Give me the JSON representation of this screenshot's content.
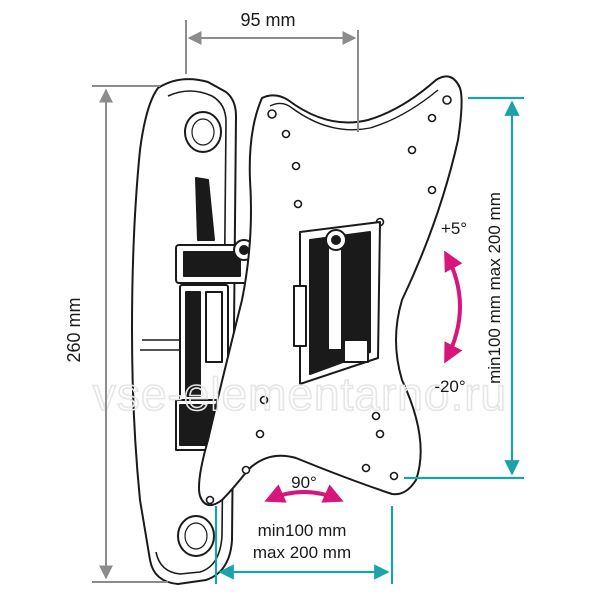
{
  "dimensions": {
    "depth": "95 mm",
    "height": "260 mm",
    "vesa_vertical": "min100 mm max 200 mm",
    "vesa_horizontal_line1": "min100 mm",
    "vesa_horizontal_line2": "max 200 mm"
  },
  "tilt": {
    "up": "+5°",
    "down": "-20°"
  },
  "swivel": "90°",
  "watermark": "vse-elementarno.ru",
  "colors": {
    "outline": "#1a1a1a",
    "gray_dimension": "#8c8c8c",
    "teal_dimension": "#1aa3a8",
    "magenta_arrow": "#d6167a"
  }
}
